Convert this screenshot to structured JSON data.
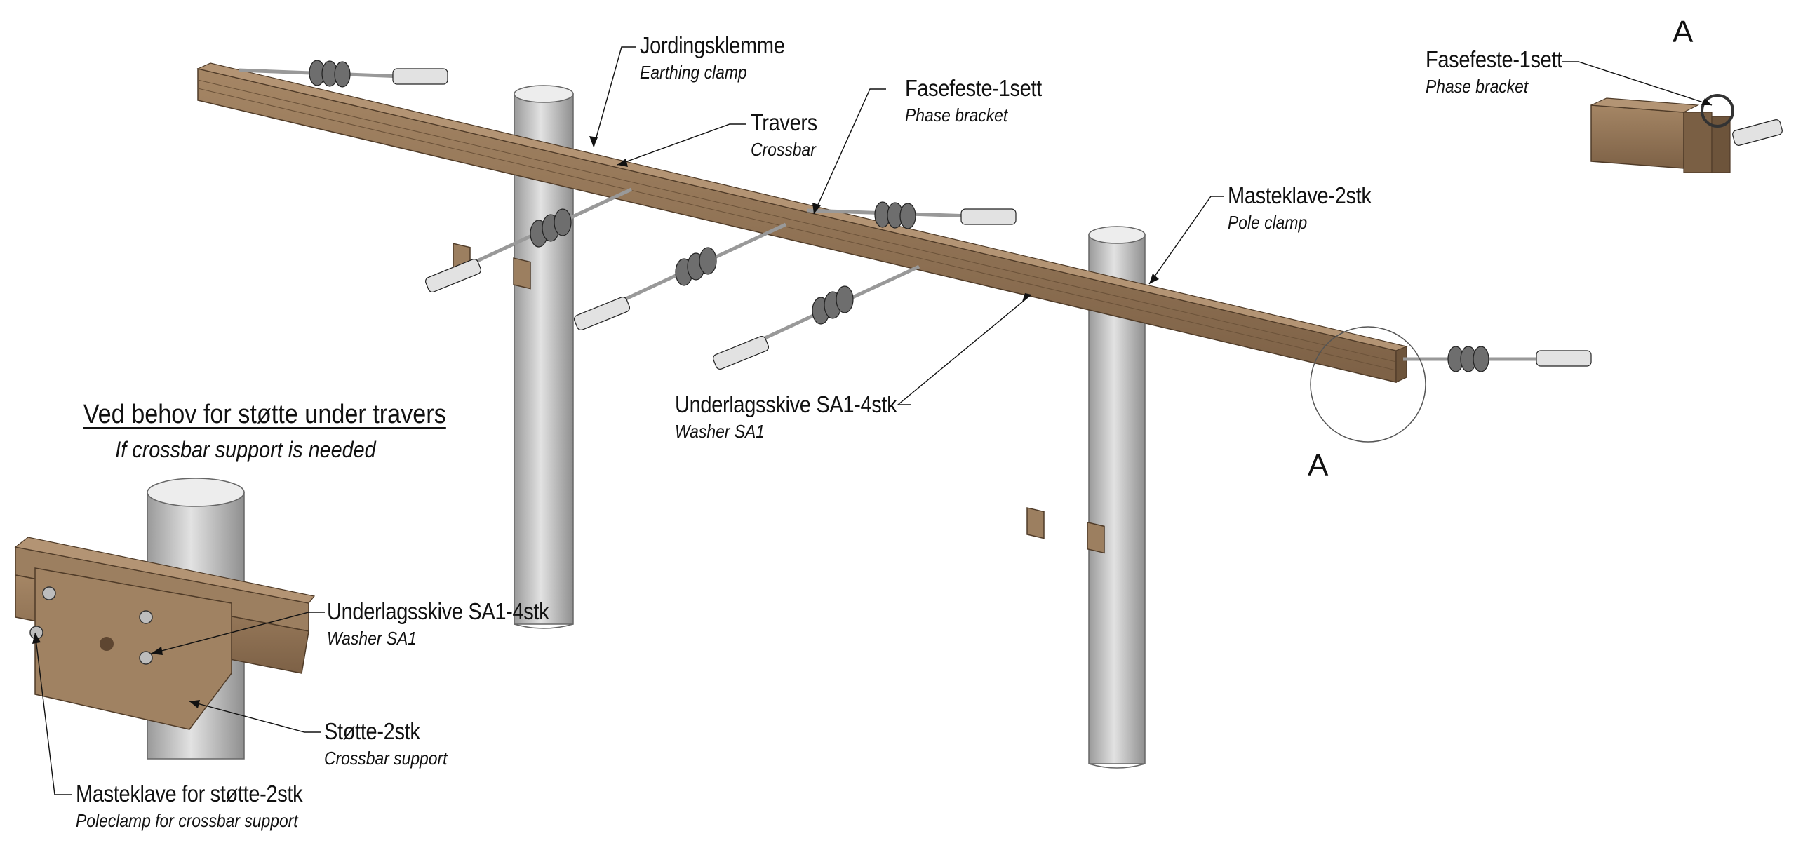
{
  "labels": {
    "jordingsklemme": {
      "no": "Jordingsklemme",
      "en": "Earthing clamp"
    },
    "travers": {
      "no": "Travers",
      "en": "Crossbar"
    },
    "fasefeste": {
      "no": "Fasefeste-1sett",
      "en": "Phase bracket"
    },
    "masteklave": {
      "no": "Masteklave-2stk",
      "en": "Pole clamp"
    },
    "underlagsskive_main": {
      "no": "Underlagsskive SA1-4stk",
      "en": "Washer SA1"
    },
    "fasefeste_detail": {
      "no": "Fasefeste-1sett",
      "en": "Phase bracket"
    },
    "underlagsskive_support": {
      "no": "Underlagsskive SA1-4stk",
      "en": "Washer SA1"
    },
    "stotte": {
      "no": "Støtte-2stk",
      "en": "Crossbar support"
    },
    "masteklave_stotte": {
      "no": "Masteklave for støtte-2stk",
      "en": "Poleclamp for crossbar support"
    }
  },
  "support_section": {
    "heading": "Ved behov for støtte under travers",
    "subheading": "If crossbar support is needed"
  },
  "detail_marker": "A",
  "colors": {
    "wood": "#8a6d4f",
    "wood_dark": "#5e4631",
    "pole": "#c9c9c9",
    "insulator": "#6e6e6e",
    "metal": "#d4d4d4",
    "line": "#111111"
  }
}
